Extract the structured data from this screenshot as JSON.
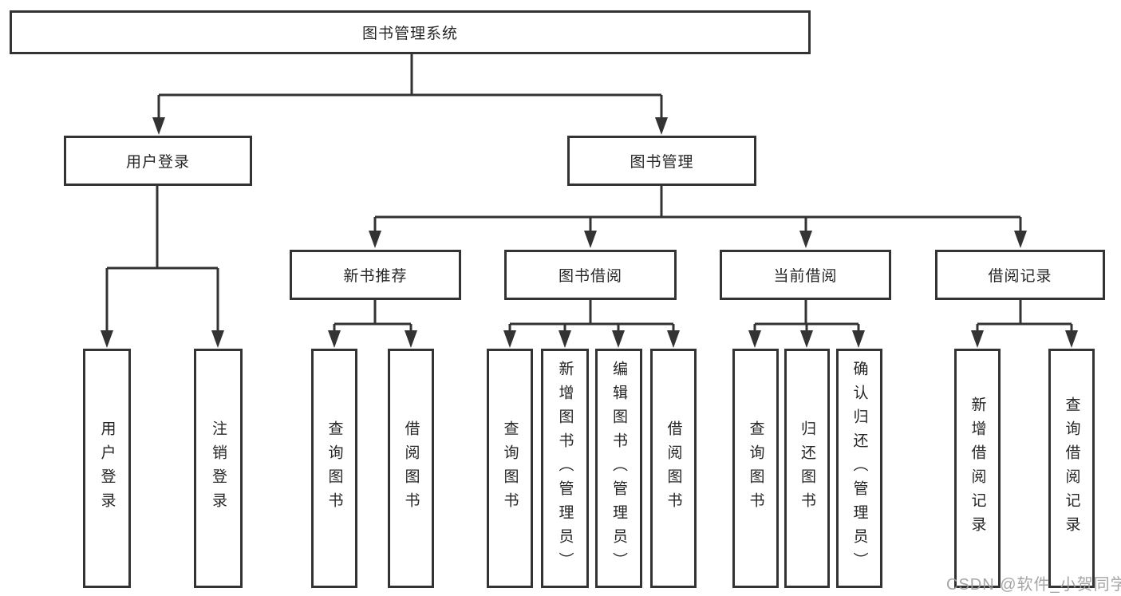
{
  "diagram": {
    "root": {
      "label": "图书管理系统"
    },
    "branches": [
      {
        "label": "用户登录",
        "children": [
          {
            "label": "用户登录"
          },
          {
            "label": "注销登录"
          }
        ]
      },
      {
        "label": "图书管理",
        "sections": [
          {
            "label": "新书推荐",
            "children": [
              {
                "label": "查询图书"
              },
              {
                "label": "借阅图书"
              }
            ]
          },
          {
            "label": "图书借阅",
            "children": [
              {
                "label": "查询图书"
              },
              {
                "label": "新增图书（管理员）"
              },
              {
                "label": "编辑图书（管理员）"
              },
              {
                "label": "借阅图书"
              }
            ]
          },
          {
            "label": "当前借阅",
            "children": [
              {
                "label": "查询图书"
              },
              {
                "label": "归还图书"
              },
              {
                "label": "确认归还（管理员）"
              }
            ]
          },
          {
            "label": "借阅记录",
            "children": [
              {
                "label": "新增借阅记录"
              },
              {
                "label": "查询借阅记录"
              }
            ]
          }
        ]
      }
    ]
  },
  "watermark": {
    "text": "CSDN @软件_小贺同学"
  },
  "colors": {
    "line": "#333333",
    "text": "#262626",
    "watermark": "#9e9e9e",
    "background": "#ffffff"
  }
}
